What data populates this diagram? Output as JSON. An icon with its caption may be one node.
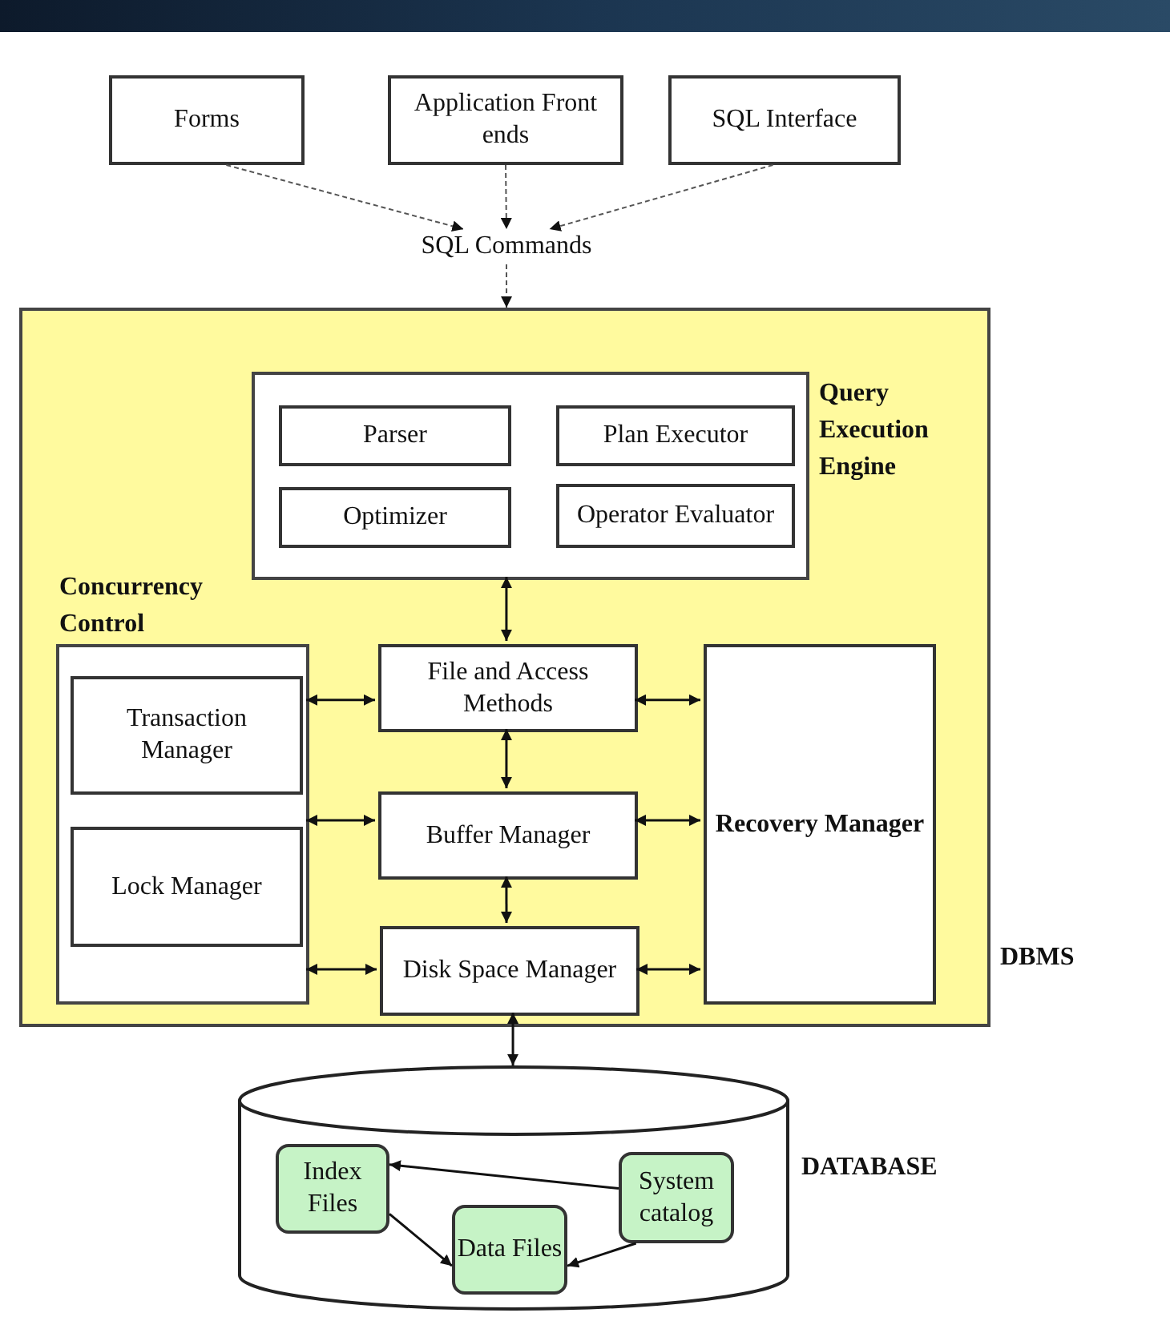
{
  "diagram": {
    "nodes": [
      {
        "text": [
          "Forms"
        ]
      },
      {
        "text": [
          "Application Front ends"
        ]
      },
      {
        "text": [
          "SQL Interface"
        ]
      },
      {
        "text": [
          "SQL Commands"
        ]
      },
      {
        "text": [
          "DBMS"
        ]
      },
      {
        "text": [
          "Query Execution Engine"
        ],
        "in": 4
      },
      {
        "text": [
          "Parser"
        ],
        "in": 5
      },
      {
        "text": [
          "Plan Executor"
        ],
        "in": 5
      },
      {
        "text": [
          "Optimizer"
        ],
        "in": 5
      },
      {
        "text": [
          "Operator Evaluator"
        ],
        "in": 5
      },
      {
        "text": [
          "Concurrency Control"
        ],
        "in": 4
      },
      {
        "text": [
          "Transaction Manager"
        ],
        "in": 10
      },
      {
        "text": [
          "Lock Manager"
        ],
        "in": 10
      },
      {
        "text": [
          "File and Access Methods"
        ],
        "in": 4
      },
      {
        "text": [
          "Buffer Manager"
        ],
        "in": 4
      },
      {
        "text": [
          "Disk Space Manager"
        ],
        "in": 4
      },
      {
        "text": [
          "Recovery Manager"
        ],
        "in": 4
      },
      {
        "text": [
          "DATABASE"
        ]
      },
      {
        "text": [
          "Index Files"
        ],
        "in": 17
      },
      {
        "text": [
          "System catalog"
        ],
        "in": 17
      },
      {
        "text": [
          "Data Files"
        ],
        "in": 17
      }
    ],
    "edges": [
      {
        "from": 0,
        "to": 3,
        "arrow": "to",
        "style": "dashed"
      },
      {
        "from": 1,
        "to": 3,
        "arrow": "to",
        "style": "dashed"
      },
      {
        "from": 2,
        "to": 3,
        "arrow": "to",
        "style": "dashed"
      },
      {
        "from": 3,
        "to": 4,
        "arrow": "to",
        "style": "dashed"
      },
      {
        "from": 5,
        "to": 13,
        "arrow": "both"
      },
      {
        "from": 10,
        "to": 13,
        "arrow": "both"
      },
      {
        "from": 13,
        "to": 16,
        "arrow": "both"
      },
      {
        "from": 13,
        "to": 14,
        "arrow": "both"
      },
      {
        "from": 10,
        "to": 14,
        "arrow": "both"
      },
      {
        "from": 14,
        "to": 16,
        "arrow": "both"
      },
      {
        "from": 14,
        "to": 15,
        "arrow": "both"
      },
      {
        "from": 10,
        "to": 15,
        "arrow": "both"
      },
      {
        "from": 15,
        "to": 16,
        "arrow": "both"
      },
      {
        "from": 15,
        "to": 17,
        "arrow": "both"
      },
      {
        "from": 19,
        "to": 18,
        "arrow": "to"
      },
      {
        "from": 18,
        "to": 20,
        "arrow": "to"
      },
      {
        "from": 19,
        "to": 20,
        "arrow": "to"
      }
    ]
  }
}
